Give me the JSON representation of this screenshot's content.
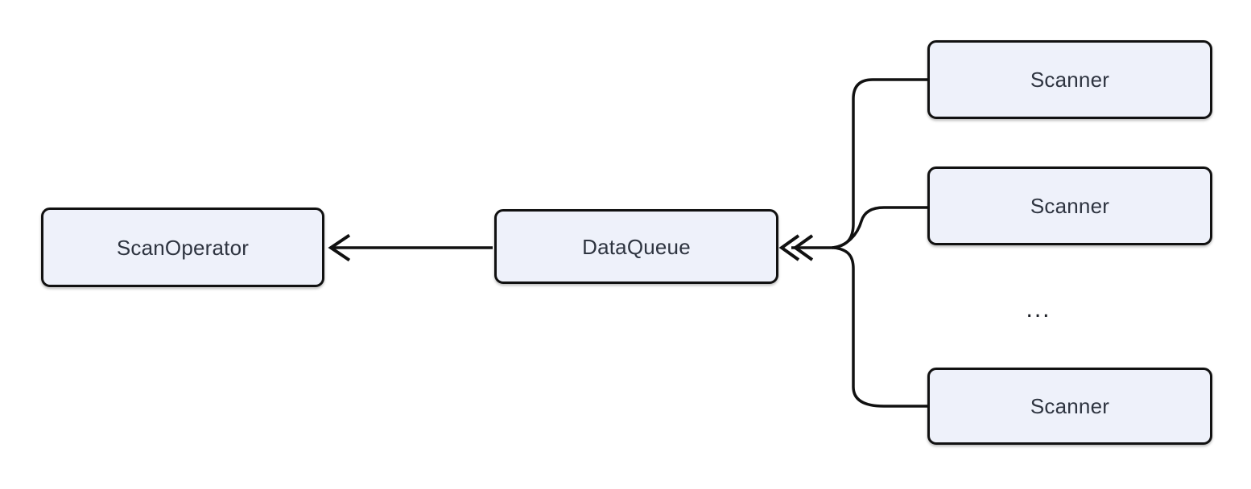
{
  "diagram": {
    "nodes": {
      "scan_operator": {
        "label": "ScanOperator"
      },
      "data_queue": {
        "label": "DataQueue"
      },
      "scanner_1": {
        "label": "Scanner"
      },
      "scanner_2": {
        "label": "Scanner"
      },
      "scanner_3": {
        "label": "Scanner"
      },
      "more_scanners": {
        "label": "..."
      }
    },
    "edges": [
      {
        "from": "DataQueue",
        "to": "ScanOperator",
        "arrow": "single-chevron"
      },
      {
        "from": "Scanner (multiple, fan-in)",
        "to": "DataQueue",
        "arrow": "double-chevron"
      }
    ],
    "colors": {
      "background": "#ffffff",
      "node_fill": "#eef1fa",
      "node_border": "#111111",
      "edge_line": "#111111",
      "label_text": "#2e3440"
    }
  }
}
